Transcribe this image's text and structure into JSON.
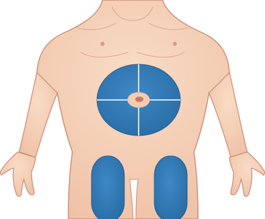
{
  "figure": {
    "subject": "injection-site-diagram",
    "colors": {
      "background": "#ffffff",
      "skin": "#f6d2b8",
      "skin_shadow": "#e8b79b",
      "outline": "#c98b76",
      "zone_fill": "#2f78b4",
      "zone_highlight": "#3d88c6",
      "zone_divider": "#cfe3f2",
      "navel_ring": "#f3cdb3"
    },
    "regions": [
      {
        "name": "abdomen",
        "quadrants": 4
      },
      {
        "name": "left-thigh"
      },
      {
        "name": "right-thigh"
      }
    ]
  }
}
